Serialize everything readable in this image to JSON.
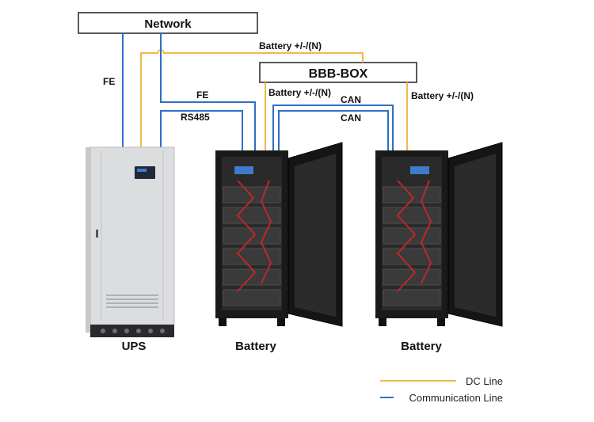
{
  "title_box": {
    "text": "Network"
  },
  "hub_box": {
    "text": "BBB-BOX"
  },
  "links": {
    "fe_vertical": "FE",
    "fe_battery": "FE",
    "rs485": "RS485",
    "battery_top": "Battery +/-/(N)",
    "battery_left": "Battery +/-/(N)",
    "battery_right": "Battery +/-/(N)",
    "can_upper": "CAN",
    "can_lower": "CAN"
  },
  "devices": {
    "ups": "UPS",
    "battery_1": "Battery",
    "battery_2": "Battery"
  },
  "legend": {
    "dc_line": "DC Line",
    "comm_line": "Communication Line"
  },
  "colors": {
    "dc_line": "#F0B94A",
    "comm_line": "#2E6FC7",
    "box_border": "#222222",
    "ups_body": "#D9DADC",
    "rack": "#1A1A1A"
  },
  "icons": [
    "ups-cabinet-icon",
    "battery-rack-icon",
    "battery-rack-icon"
  ]
}
